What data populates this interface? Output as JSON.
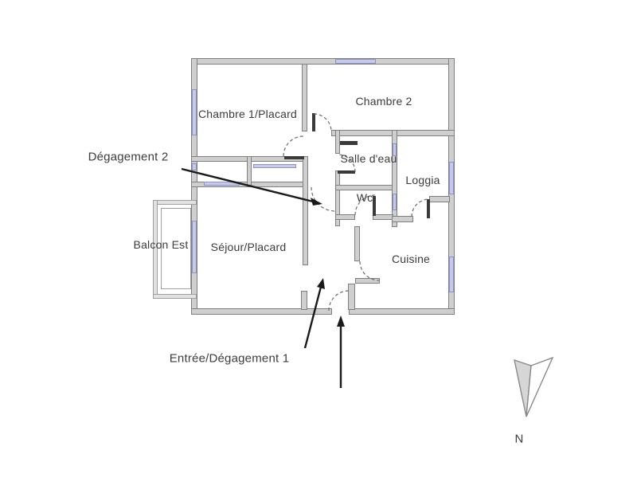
{
  "rooms": {
    "chambre1": "Chambre 1/Placard",
    "chambre2": "Chambre 2",
    "salle_deau": "Salle d'eau",
    "loggia": "Loggia",
    "wc": "Wc",
    "balcon": "Balcon Est",
    "sejour": "Séjour/Placard",
    "cuisine": "Cuisine"
  },
  "annotations": {
    "degagement2": "Dégagement 2",
    "entree": "Entrée/Dégagement 1"
  },
  "compass": {
    "label": "N"
  },
  "colors": {
    "wall_fill": "#cfcfcf",
    "wall_edge": "#7f7f7f",
    "balcony_fill": "#e2e2e2",
    "balcony_edge": "#9f9f9f",
    "window_fill": "#c6c9e8",
    "window_edge": "#8d93c8",
    "door_leaf": "#3a3a3a",
    "arc_stroke": "#6b6b6b",
    "arrow_color": "#1a1a1a",
    "text_color": "#3c3c3c",
    "compass_fill": "#d6d6d6",
    "compass_edge": "#8a8a8a"
  }
}
